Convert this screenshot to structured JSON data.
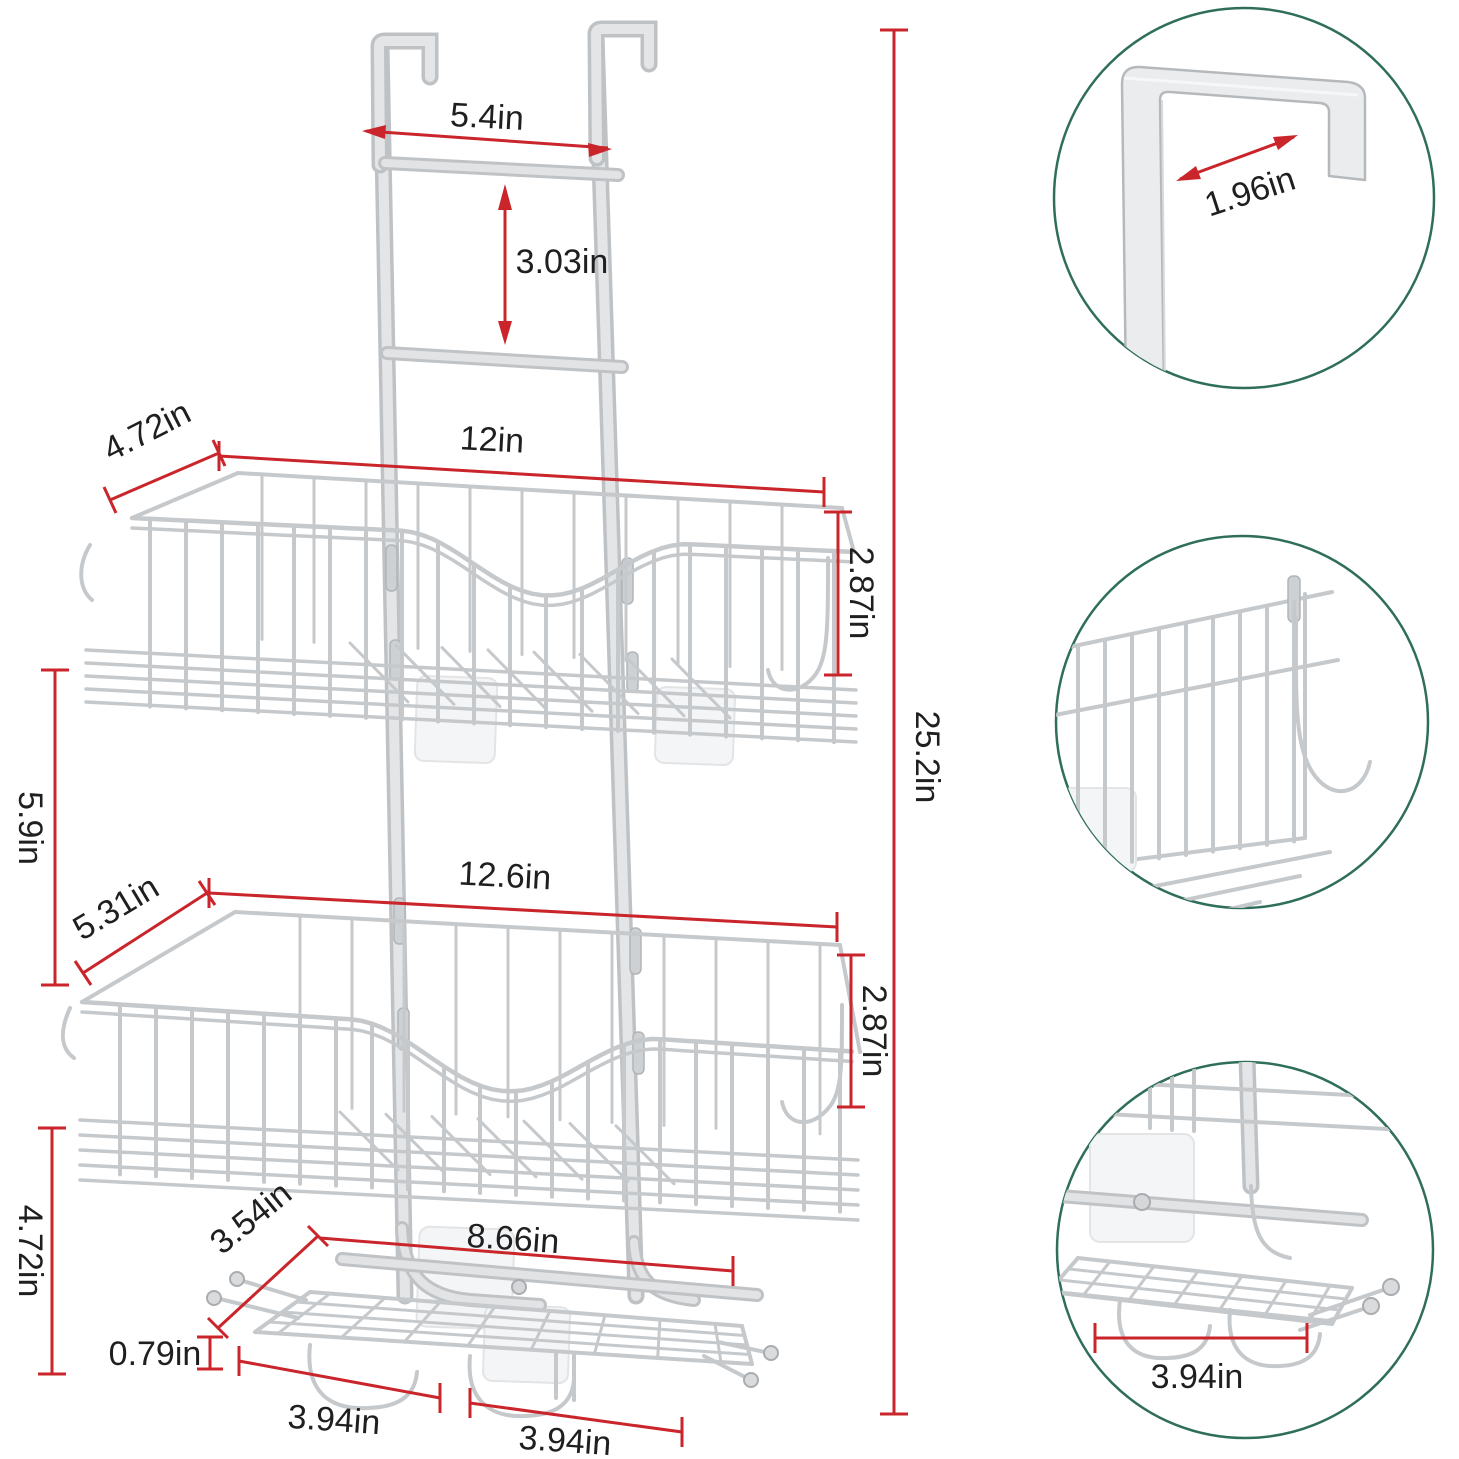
{
  "colors": {
    "dimension_red": "#c9252b",
    "detail_circle_green": "#2f6e5b",
    "wire_silver": "#c6c9cc",
    "label_text": "#1f1f1f"
  },
  "diagram": {
    "hook_width": "5.4in",
    "hook_drop": "3.03in",
    "total_height": "25.2in",
    "tier_gap": "5.9in",
    "lower_gap": "4.72in",
    "tier1": {
      "width": "12in",
      "depth": "4.72in",
      "height": "2.87in"
    },
    "tier2": {
      "width": "12.6in",
      "depth": "5.31in",
      "height": "2.87in"
    },
    "shelf": {
      "width": "8.66in",
      "depth": "3.54in",
      "height": "0.79in",
      "left_section": "3.94in",
      "right_section": "3.94in"
    }
  },
  "details": {
    "hook_depth": "1.96in",
    "shelf_section": "3.94in"
  }
}
